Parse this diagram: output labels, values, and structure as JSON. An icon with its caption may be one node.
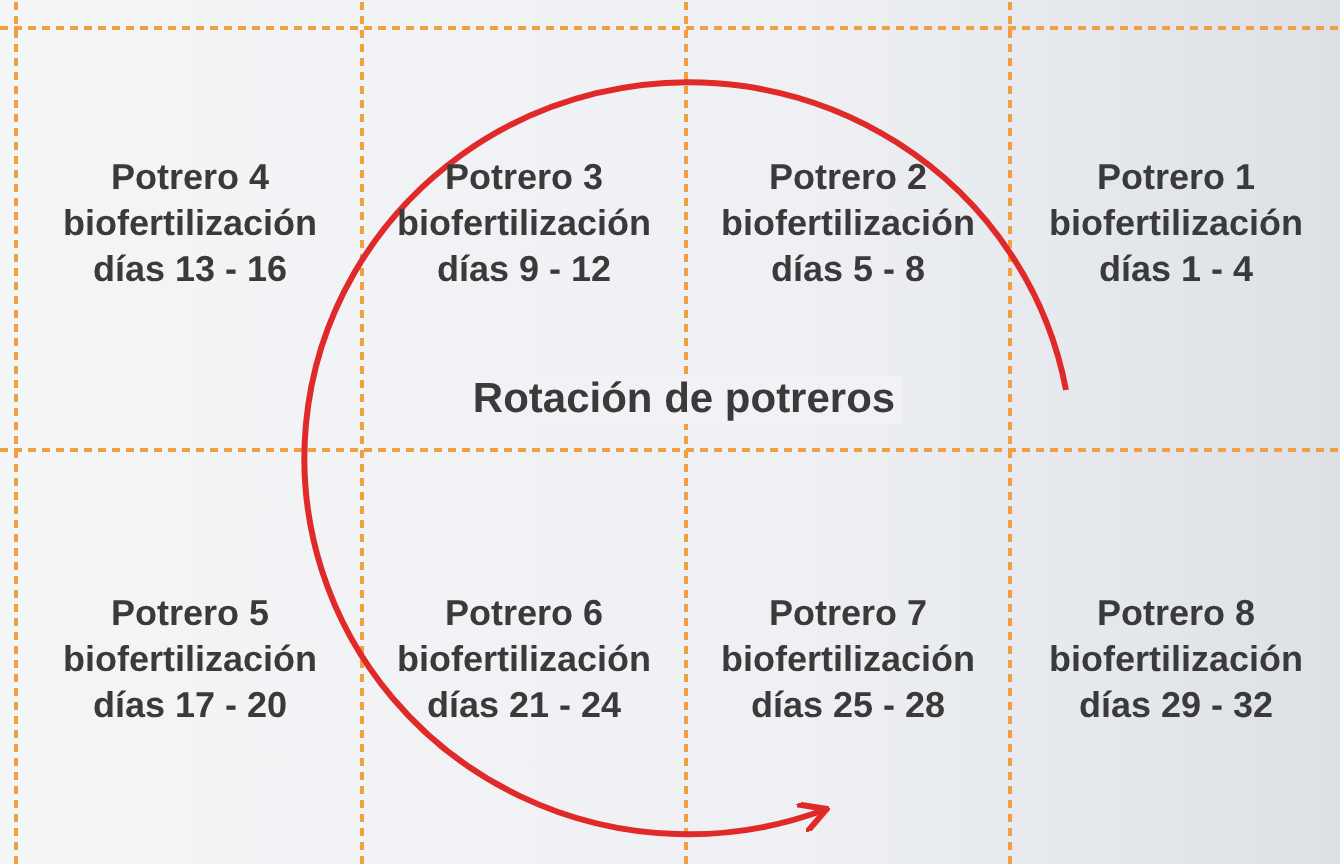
{
  "diagram": {
    "nodes": [
      {
        "text": [
          "Potrero 4 biofertilización días 13 - 16"
        ]
      },
      {
        "text": [
          "Potrero 3 biofertilización días 9 - 12"
        ]
      },
      {
        "text": [
          "Potrero 2 biofertilización días 5 - 8"
        ]
      },
      {
        "text": [
          "Potrero 1 biofertilización días 1 - 4"
        ]
      },
      {
        "text": [
          "Potrero 5 biofertilización días 17 - 20"
        ]
      },
      {
        "text": [
          "Potrero 6 biofertilización días 21 - 24"
        ]
      },
      {
        "text": [
          "Potrero 7 biofertilización días 25 - 28"
        ]
      },
      {
        "text": [
          "Potrero 8 biofertilización días 29 - 32"
        ]
      }
    ],
    "edges": [],
    "labels": [
      "Rotación de potreros"
    ]
  }
}
